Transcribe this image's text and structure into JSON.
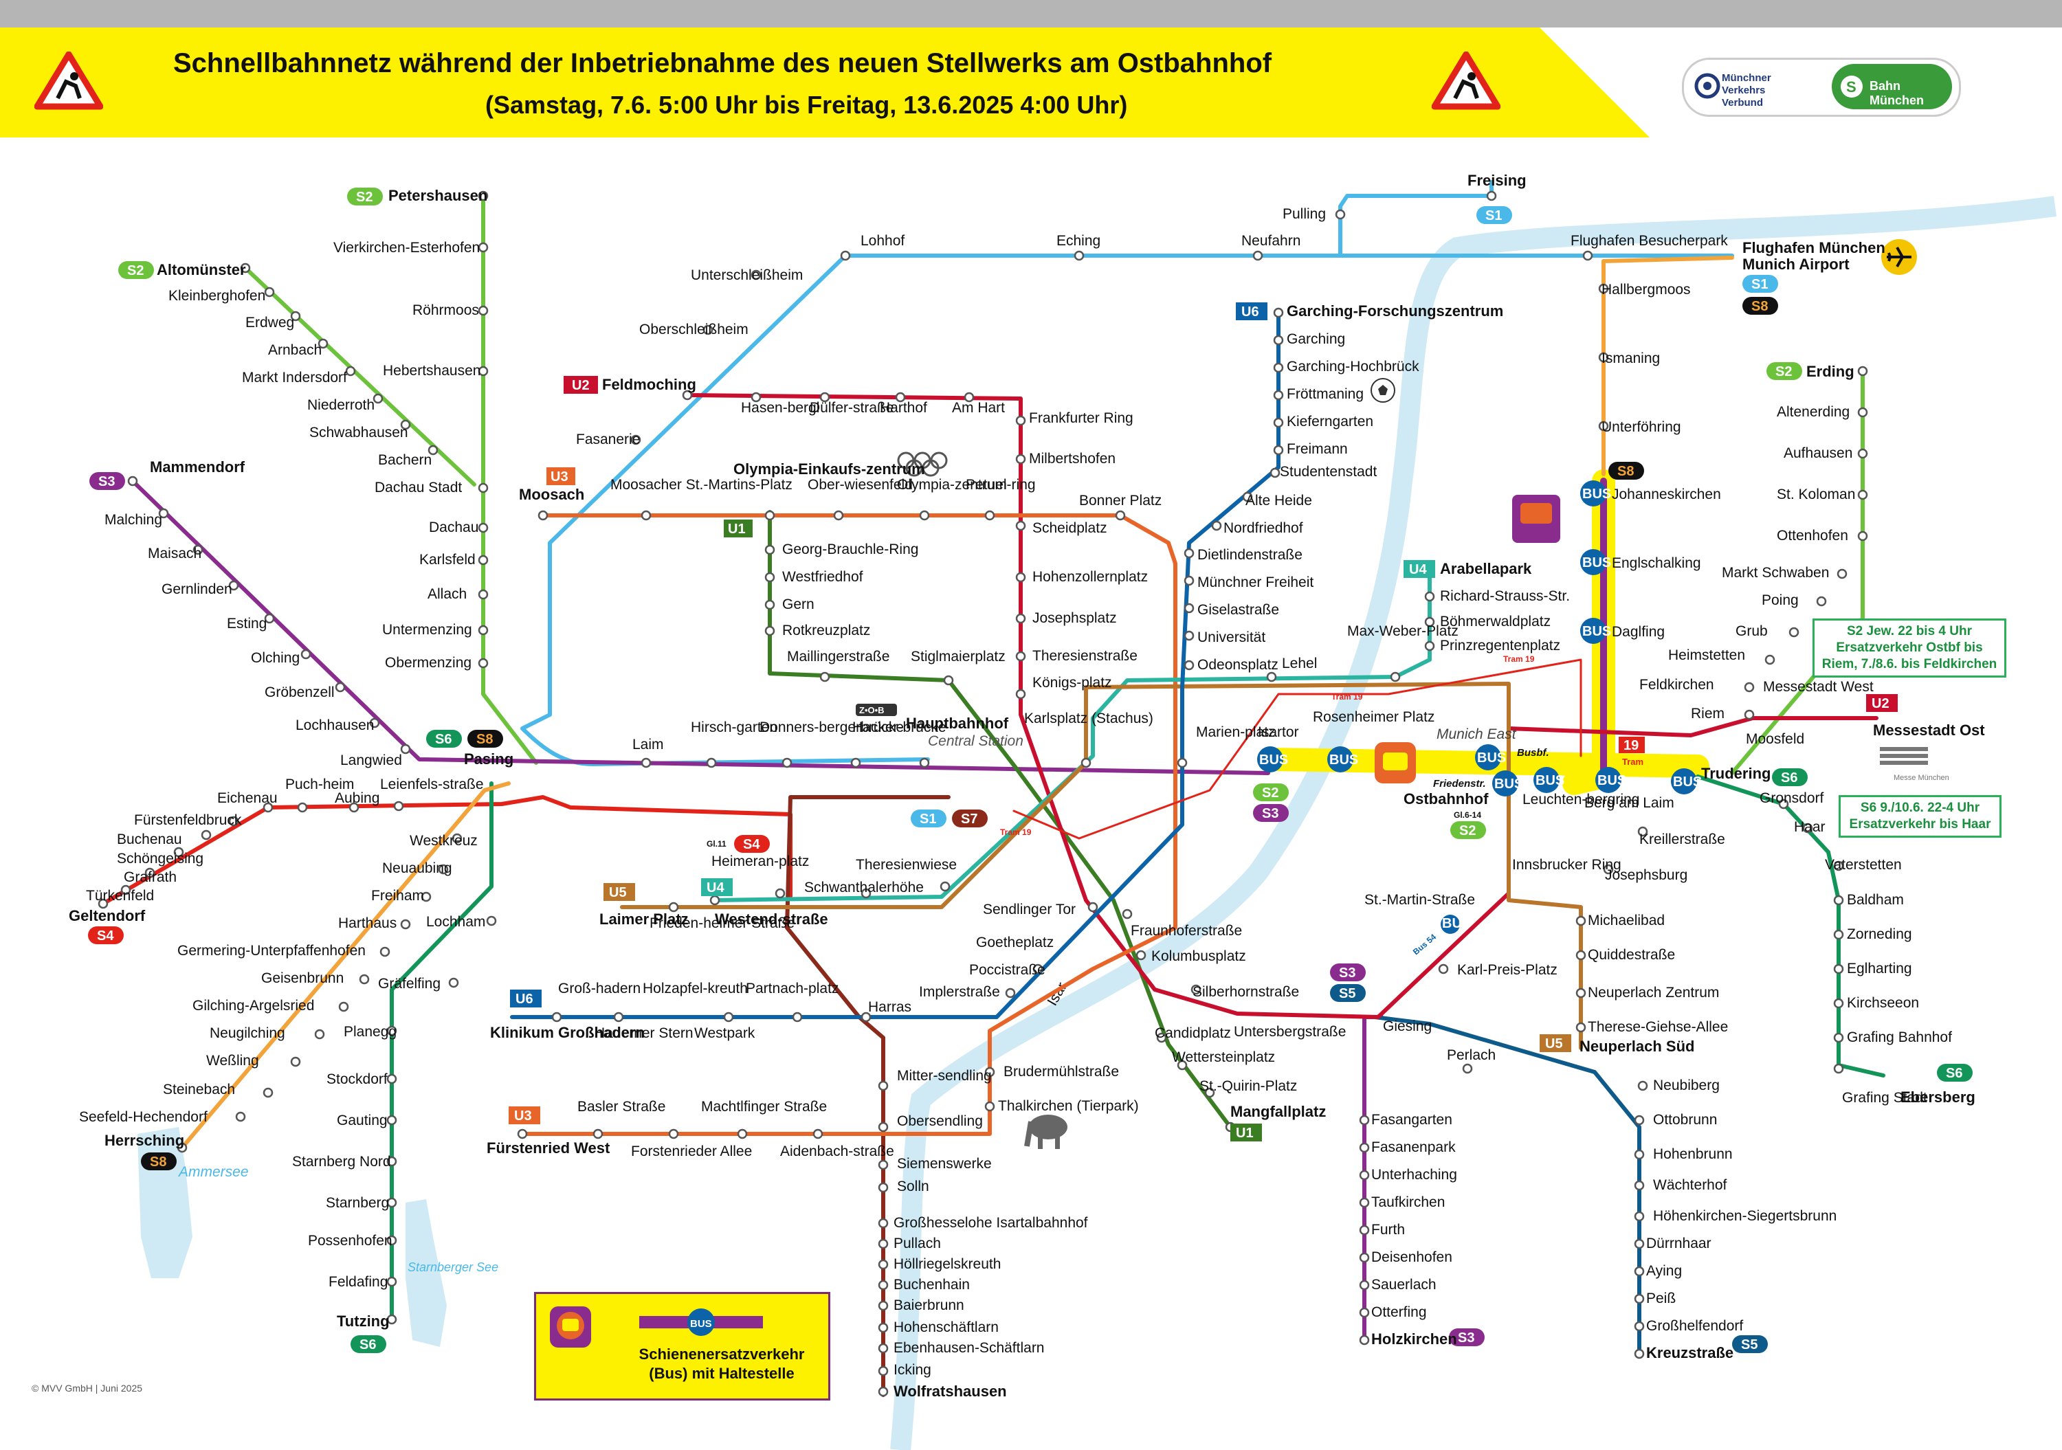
{
  "header": {
    "title": "Schnellbahnnetz während der Inbetriebnahme des neuen Stellwerks am Ostbahnhof",
    "subtitle": "(Samstag, 7.6. 5:00 Uhr bis Freitag, 13.6.2025 4:00 Uhr)",
    "logo_mvv": "Münchner Verkehrs Verbund",
    "logo_sbahn": "Bahn München"
  },
  "colors": {
    "S1": "#4ab8e8",
    "S2": "#6cc23a",
    "S3": "#8a2c8e",
    "S4": "#e2231a",
    "S5": "#0e5a8a",
    "S6": "#13955a",
    "S7": "#8b2a1a",
    "S8": "#f2a33a",
    "U1": "#3b7d23",
    "U2": "#c8102e",
    "U3": "#e8652a",
    "U4": "#2bb5a0",
    "U5": "#b9752a",
    "U6": "#0c63a8",
    "Tram": "#e2231a",
    "SEV": "#fdf100",
    "Isar": "#cfeaf5",
    "Banner": "#fdf100"
  },
  "badges": [
    {
      "id": "s2-peters",
      "text": "S2"
    },
    {
      "id": "s2-alto",
      "text": "S2"
    },
    {
      "id": "s3-mamm",
      "text": "S3"
    },
    {
      "id": "s4-gelt",
      "text": "S4"
    },
    {
      "id": "s6-pasing",
      "text": "S6"
    },
    {
      "id": "s8-pasing",
      "text": "S8"
    },
    {
      "id": "u2-feld",
      "text": "U2"
    },
    {
      "id": "u3-moos",
      "text": "U3"
    },
    {
      "id": "u1-oez",
      "text": "U1"
    },
    {
      "id": "s1-freising",
      "text": "S1"
    },
    {
      "id": "s1-airport",
      "text": "S1"
    },
    {
      "id": "s8-airport",
      "text": "S8"
    },
    {
      "id": "u6-garching",
      "text": "U6"
    },
    {
      "id": "s2-erding",
      "text": "S2"
    },
    {
      "id": "u4-arabella",
      "text": "U4"
    },
    {
      "id": "s8-johann",
      "text": "S8"
    },
    {
      "id": "s1-hbf",
      "text": "S1"
    },
    {
      "id": "s7-hbf",
      "text": "S7"
    },
    {
      "id": "s4-heimeran",
      "text": "S4"
    },
    {
      "id": "u5-laimer",
      "text": "U5"
    },
    {
      "id": "u4-westend",
      "text": "U4"
    },
    {
      "id": "s2-ost",
      "text": "S2"
    },
    {
      "id": "s3-ost",
      "text": "S3"
    },
    {
      "id": "s2-ost2",
      "text": "S2"
    },
    {
      "id": "u2-messe",
      "text": "U2"
    },
    {
      "id": "s6-trudering",
      "text": "S6"
    },
    {
      "id": "u6-grosshadern",
      "text": "U6"
    },
    {
      "id": "u3-fuerst",
      "text": "U3"
    },
    {
      "id": "s3-giesing",
      "text": "S3"
    },
    {
      "id": "s5-giesing",
      "text": "S5"
    },
    {
      "id": "u5-neuperlach",
      "text": "U5"
    },
    {
      "id": "u1-mangfall",
      "text": "U1"
    },
    {
      "id": "s6-ebersberg",
      "text": "S6"
    },
    {
      "id": "s6-tutzing",
      "text": "S6"
    },
    {
      "id": "s8-herrsching",
      "text": "S8"
    },
    {
      "id": "s3-holzkirchen",
      "text": "S3"
    },
    {
      "id": "s5-kreuz",
      "text": "S5"
    },
    {
      "id": "tram19",
      "text": "19"
    }
  ],
  "stations": {
    "petershausen": "Petershausen",
    "vierkirchen": "Vierkirchen-Esterhofen",
    "roehrmoos": "Röhrmoos",
    "hebertshausen": "Hebertshausen",
    "dachau_stadt": "Dachau Stadt",
    "dachau": "Dachau",
    "karlsfeld": "Karlsfeld",
    "allach": "Allach",
    "untermenzing": "Untermenzing",
    "obermenzing": "Obermenzing",
    "altomuenster": "Altomünster",
    "kleinberghofen": "Kleinberghofen",
    "erdweg": "Erdweg",
    "arnbach": "Arnbach",
    "markt_indersdorf": "Markt Indersdorf",
    "niederroth": "Niederroth",
    "schwabhausen": "Schwabhausen",
    "bachern": "Bachern",
    "mammendorf": "Mammendorf",
    "malching": "Malching",
    "maisach": "Maisach",
    "gernlinden": "Gernlinden",
    "esting": "Esting",
    "olching": "Olching",
    "groebenzell": "Gröbenzell",
    "lochhausen": "Lochhausen",
    "langwied": "Langwied",
    "pasing": "Pasing",
    "geltendorf": "Geltendorf",
    "tuerkenfeld": "Türkenfeld",
    "grafrath": "Grafrath",
    "schoengeising": "Schöngeising",
    "buchenau": "Buchenau",
    "fuerstenfeldbruck": "Fürstenfeldbruck",
    "eichenau": "Eichenau",
    "puchheim": "Puch-heim",
    "aubing": "Aubing",
    "leienfelsstrasse": "Leienfels-straße",
    "westkreuz": "Westkreuz",
    "neuaubing": "Neuaubing",
    "freiham": "Freiham",
    "harthaus": "Harthaus",
    "germering": "Germering-Unterpfaffenhofen",
    "geisenbrunn": "Geisenbrunn",
    "gilching": "Gilching-Argelsried",
    "neugilching": "Neugilching",
    "wessling": "Weßling",
    "steinebach": "Steinebach",
    "seefeld": "Seefeld-Hechendorf",
    "herrsching": "Herrsching",
    "ammersee": "Ammersee",
    "lochham": "Lochham",
    "graefelfing": "Gräfelfing",
    "planegg": "Planegg",
    "stockdorf": "Stockdorf",
    "gauting": "Gauting",
    "starnberg_nord": "Starnberg Nord",
    "starnberg": "Starnberg",
    "possenhofen": "Possenhofen",
    "feldafing": "Feldafing",
    "tutzing": "Tutzing",
    "starnberger_see": "Starnberger See",
    "feldmoching": "Feldmoching",
    "fasanerie": "Fasanerie",
    "oberschleissheim": "Oberschleißheim",
    "unterschleissheim": "Unterschleißheim",
    "lohhof": "Lohhof",
    "eching": "Eching",
    "neufahrn": "Neufahrn",
    "pulling": "Pulling",
    "freising": "Freising",
    "flughafen_besucherpark": "Flughafen Besucherpark",
    "flughafen": "Flughafen München",
    "munich_airport": "Munich Airport",
    "hasenbergl": "Hasen-bergl",
    "duelferstrasse": "Dülfer-straße",
    "harthof": "Harthof",
    "am_hart": "Am Hart",
    "frankfurter_ring": "Frankfurter Ring",
    "milbertshofen": "Milbertshofen",
    "scheidplatz": "Scheidplatz",
    "hohenzollernplatz": "Hohenzollernplatz",
    "josephsplatz": "Josephsplatz",
    "theresienstrasse": "Theresienstraße",
    "koenigsplatz": "Königs-platz",
    "moosach": "Moosach",
    "moosacher_st_martins": "Moosacher St.-Martins-Platz",
    "oez": "Olympia-Einkaufs-zentrum",
    "oberwiesenfeld": "Ober-wiesenfeld",
    "olympiazentrum": "Olympia-zentrum",
    "petuelring": "Petuel-ring",
    "bonner_platz": "Bonner Platz",
    "georg_brauchle": "Georg-Brauchle-Ring",
    "westfriedhof": "Westfriedhof",
    "gern": "Gern",
    "rotkreuzplatz": "Rotkreuzplatz",
    "maillingerstrasse": "Maillingerstraße",
    "stiglmaierplatz": "Stiglmaierplatz",
    "garching_fz": "Garching-Forschungszentrum",
    "garching": "Garching",
    "garching_hochbrueck": "Garching-Hochbrück",
    "froettmaning": "Fröttmaning",
    "kieferngarten": "Kieferngarten",
    "freimann": "Freimann",
    "studentenstadt": "Studentenstadt",
    "alte_heide": "Alte Heide",
    "nordfriedhof": "Nordfriedhof",
    "dietlindenstrasse": "Dietlindenstraße",
    "muenchner_freiheit": "Münchner Freiheit",
    "giselastrasse": "Giselastraße",
    "universitaet": "Universität",
    "odeonsplatz": "Odeonsplatz",
    "hallbergmoos": "Hallbergmoos",
    "ismaning": "Ismaning",
    "unterfoehring": "Unterföhring",
    "johanneskirchen": "Johanneskirchen",
    "englschalking": "Englschalking",
    "daglfing": "Daglfing",
    "erding": "Erding",
    "altenerding": "Altenerding",
    "aufhausen": "Aufhausen",
    "st_koloman": "St. Koloman",
    "ottenhofen": "Ottenhofen",
    "markt_schwaben": "Markt Schwaben",
    "poing": "Poing",
    "grub": "Grub",
    "heimstetten": "Heimstetten",
    "feldkirchen": "Feldkirchen",
    "riem": "Riem",
    "arabellapark": "Arabellapark",
    "richard_strauss": "Richard-Strauss-Str.",
    "boehmerwaldplatz": "Böhmerwaldplatz",
    "prinzregentenplatz": "Prinzregentenplatz",
    "max_weber": "Max-Weber-Platz",
    "lehel": "Lehel",
    "laim": "Laim",
    "hirschgarten": "Hirsch-garten",
    "donnersbergerbruecke": "Donners-bergerbrücke",
    "hackerbruecke": "Hacker-brücke",
    "hauptbahnhof": "Hauptbahnhof",
    "central_station": "Central Station",
    "karlsplatz": "Karlsplatz (Stachus)",
    "marienplatz": "Marien-platz",
    "isartor": "Isartor",
    "rosenheimer_platz": "Rosenheimer Platz",
    "ostbahnhof": "Ostbahnhof",
    "munich_east": "Munich East",
    "busbf": "Busbf.",
    "friedenstr": "Friedenstr.",
    "leuchtenbergring": "Leuchten-bergring",
    "berg_am_laim": "Berg am Laim",
    "trudering": "Trudering",
    "messestadt_west": "Messestadt West",
    "messestadt_ost": "Messestadt Ost",
    "moosfeld": "Moosfeld",
    "messe_muenchen": "Messe München",
    "gronsdorf": "Gronsdorf",
    "haar": "Haar",
    "vaterstetten": "Vaterstetten",
    "baldham": "Baldham",
    "zorneding": "Zorneding",
    "eglharting": "Eglharting",
    "kirchseeon": "Kirchseeon",
    "grafing_bahnhof": "Grafing Bahnhof",
    "grafing_stadt": "Grafing Stadt",
    "ebersberg": "Ebersberg",
    "kreillerstrasse": "Kreillerstraße",
    "josephsburg": "Josephsburg",
    "innsbrucker_ring": "Innsbrucker Ring",
    "michaelibad": "Michaelibad",
    "quiddestrasse": "Quiddestraße",
    "neuperlach_zentrum": "Neuperlach Zentrum",
    "therese_giehse": "Therese-Giehse-Allee",
    "neuperlach_sued": "Neuperlach Süd",
    "st_martin_strasse": "St.-Martin-Straße",
    "karl_preis_platz": "Karl-Preis-Platz",
    "giesing": "Giesing",
    "perlach": "Perlach",
    "neubiberg": "Neubiberg",
    "ottobrunn": "Ottobrunn",
    "hohenbrunn": "Hohenbrunn",
    "waechterhof": "Wächterhof",
    "hoehenkirchen": "Höhenkirchen-Siegertsbrunn",
    "duernhaar": "Dürrnhaar",
    "aying": "Aying",
    "peiss": "Peiß",
    "grosshelfendorf": "Großhelfendorf",
    "kreuzstrasse": "Kreuzstraße",
    "fasangarten": "Fasangarten",
    "fasanenpark": "Fasanenpark",
    "unterhaching": "Unterhaching",
    "taufkirchen": "Taufkirchen",
    "furth": "Furth",
    "deisenhofen": "Deisenhofen",
    "sauerlach": "Sauerlach",
    "otterfing": "Otterfing",
    "holzkirchen": "Holzkirchen",
    "heimeranplatz": "Heimeran-platz",
    "schwanthalerhoehe": "Schwanthalerhöhe",
    "theresienwiese": "Theresienwiese",
    "westendstrasse": "Westend-straße",
    "laimer_platz": "Laimer Platz",
    "friedenheimer": "Frieden-heimer Straße",
    "sendlinger_tor": "Sendlinger Tor",
    "fraunhoferstrasse": "Fraunhoferstraße",
    "goetheplatz": "Goetheplatz",
    "kolumbusplatz": "Kolumbusplatz",
    "poccistrasse": "Poccistraße",
    "silberhornstrasse": "Silberhornstraße",
    "implerstrasse": "Implerstraße",
    "untersbergstrasse": "Untersbergstraße",
    "candidplatz": "Candidplatz",
    "wettersteinplatz": "Wettersteinplatz",
    "st_quirin_platz": "St.-Quirin-Platz",
    "mangfallplatz": "Mangfallplatz",
    "grosshadern": "Groß-hadern",
    "holzapfelkreuth": "Holzapfel-kreuth",
    "partnachplatz": "Partnach-platz",
    "harras": "Harras",
    "klinikum": "Klinikum Großhadern",
    "haderner_stern": "Haderner Stern",
    "westpark": "Westpark",
    "mittersendling": "Mitter-sendling",
    "obersendling": "Obersendling",
    "brudermuehlstrasse": "Brudermühlstraße",
    "thalkirchen": "Thalkirchen (Tierpark)",
    "fuerstenried_west": "Fürstenried West",
    "basler_strasse": "Basler Straße",
    "forstenrieder_allee": "Forstenrieder Allee",
    "machtlfinger": "Machtlfinger Straße",
    "aidenbachstrasse": "Aidenbach-straße",
    "siemenswerke": "Siemenswerke",
    "solln": "Solln",
    "grosshesselohe": "Großhesselohe Isartalbahnhof",
    "pullach": "Pullach",
    "hoellriegelskreuth": "Höllriegelskreuth",
    "buchenhain": "Buchenhain",
    "baierbrunn": "Baierbrunn",
    "hohenschaeftlarn": "Hohenschäftlarn",
    "ebenhausen": "Ebenhausen-Schäftlarn",
    "icking": "Icking",
    "wolfratshausen": "Wolfratshausen",
    "gl11": "Gl.11",
    "gl614": "Gl.6-14",
    "bus54": "Bus 54",
    "tram19_label": "Tram 19",
    "tram_label": "Tram",
    "isar": "Isar"
  },
  "notes": {
    "s2_note": "S2 Jew. 22 bis 4 Uhr Ersatzverkehr Ostbf bis Riem, 7./8.6. bis Feldkirchen",
    "s6_note": "S6 9./10.6. 22-4 Uhr Ersatzverkehr bis Haar"
  },
  "legend": {
    "text": "Schienenersatzverkehr (Bus) mit Haltestelle",
    "bus": "BUS"
  },
  "copyright": "© MVV GmbH | Juni 2025"
}
